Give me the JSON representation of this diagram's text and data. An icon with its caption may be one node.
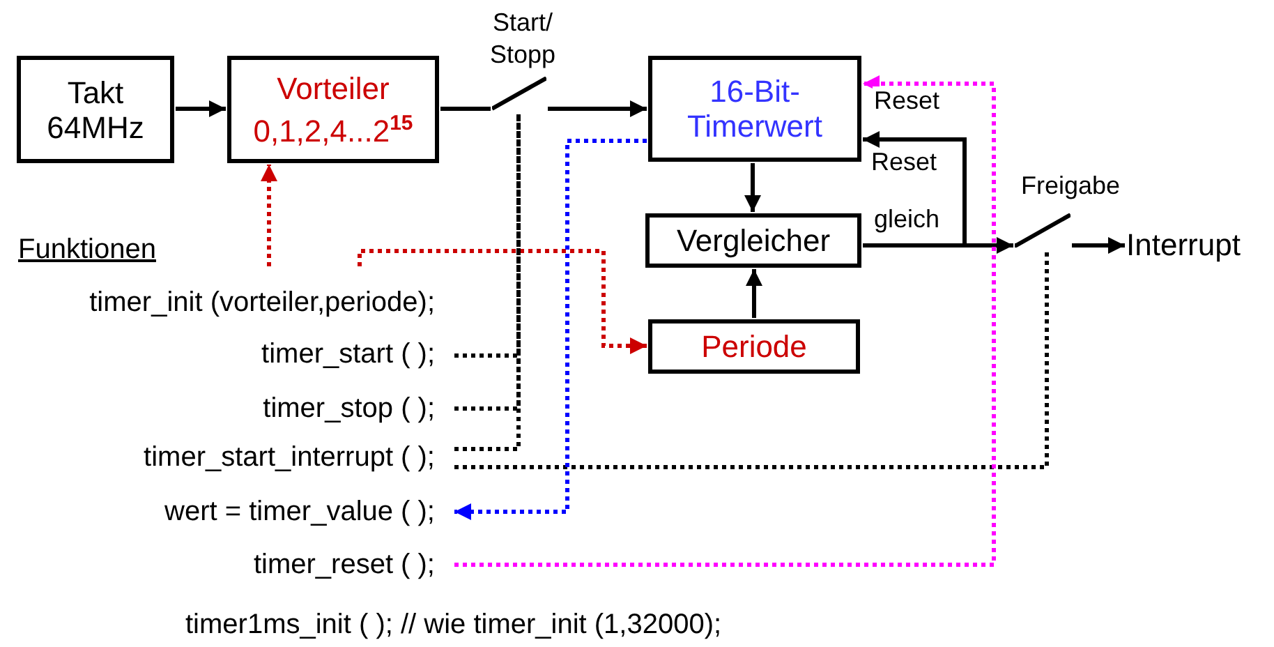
{
  "diagram": {
    "nodes": [
      {
        "text": [
          "Takt 64MHz"
        ]
      },
      {
        "text": [
          "Vorteiler 0,1,2,4...2$^{15}$"
        ]
      },
      {
        "text": [],
        "shape": "switch",
        "beside": [
          "Start/ Stopp"
        ]
      },
      {
        "text": [
          "16-Bit- Timerwert"
        ]
      },
      {
        "text": [
          "Vergleicher"
        ]
      },
      {
        "text": [
          "Periode"
        ]
      },
      {
        "text": [],
        "shape": "switch",
        "beside": [
          "Freigabe"
        ]
      },
      {
        "text": [
          "Interrupt"
        ]
      },
      {
        "text": [
          "timer_init (vorteiler,periode);"
        ]
      },
      {
        "text": [
          "timer_start ( );"
        ]
      },
      {
        "text": [
          "timer_stop ( );"
        ]
      },
      {
        "text": [
          "timer_start_interrupt ( );"
        ]
      },
      {
        "text": [
          "wert = timer_value ( );"
        ]
      },
      {
        "text": [
          "timer_reset ( );"
        ]
      }
    ],
    "edges": [
      {
        "from": 0,
        "to": 1,
        "arrow": "to"
      },
      {
        "from": 1,
        "to": 2,
        "arrow": "none"
      },
      {
        "from": 2,
        "to": 3,
        "arrow": "to"
      },
      {
        "from": 3,
        "to": 4,
        "arrow": "to"
      },
      {
        "from": 5,
        "to": 4,
        "arrow": "to"
      },
      {
        "from": 4,
        "to": 6,
        "arrow": "to",
        "label": "gleich"
      },
      {
        "from": 4,
        "to": 3,
        "arrow": "to",
        "label": "Reset"
      },
      {
        "from": 6,
        "to": 7,
        "arrow": "to"
      },
      {
        "from": 8,
        "to": 1,
        "arrow": "to",
        "style": "dashed",
        "color": "#cc0000"
      },
      {
        "from": 8,
        "to": 5,
        "arrow": "to",
        "style": "dashed",
        "color": "#cc0000"
      },
      {
        "from": 9,
        "to": 2,
        "arrow": "none",
        "style": "dashed"
      },
      {
        "from": 10,
        "to": 2,
        "arrow": "none",
        "style": "dashed"
      },
      {
        "from": 11,
        "to": 2,
        "arrow": "none",
        "style": "dashed"
      },
      {
        "from": 11,
        "to": 6,
        "arrow": "none",
        "style": "dashed"
      },
      {
        "from": 3,
        "to": 12,
        "arrow": "to",
        "style": "dashed",
        "color": "#0000ff"
      },
      {
        "from": 13,
        "to": 3,
        "arrow": "to",
        "style": "dashed",
        "color": "#ff00ff",
        "label": "Reset"
      }
    ],
    "labels": [
      "Funktionen",
      "timer1ms_init ( ); // wie timer_init (1,32000);"
    ]
  }
}
